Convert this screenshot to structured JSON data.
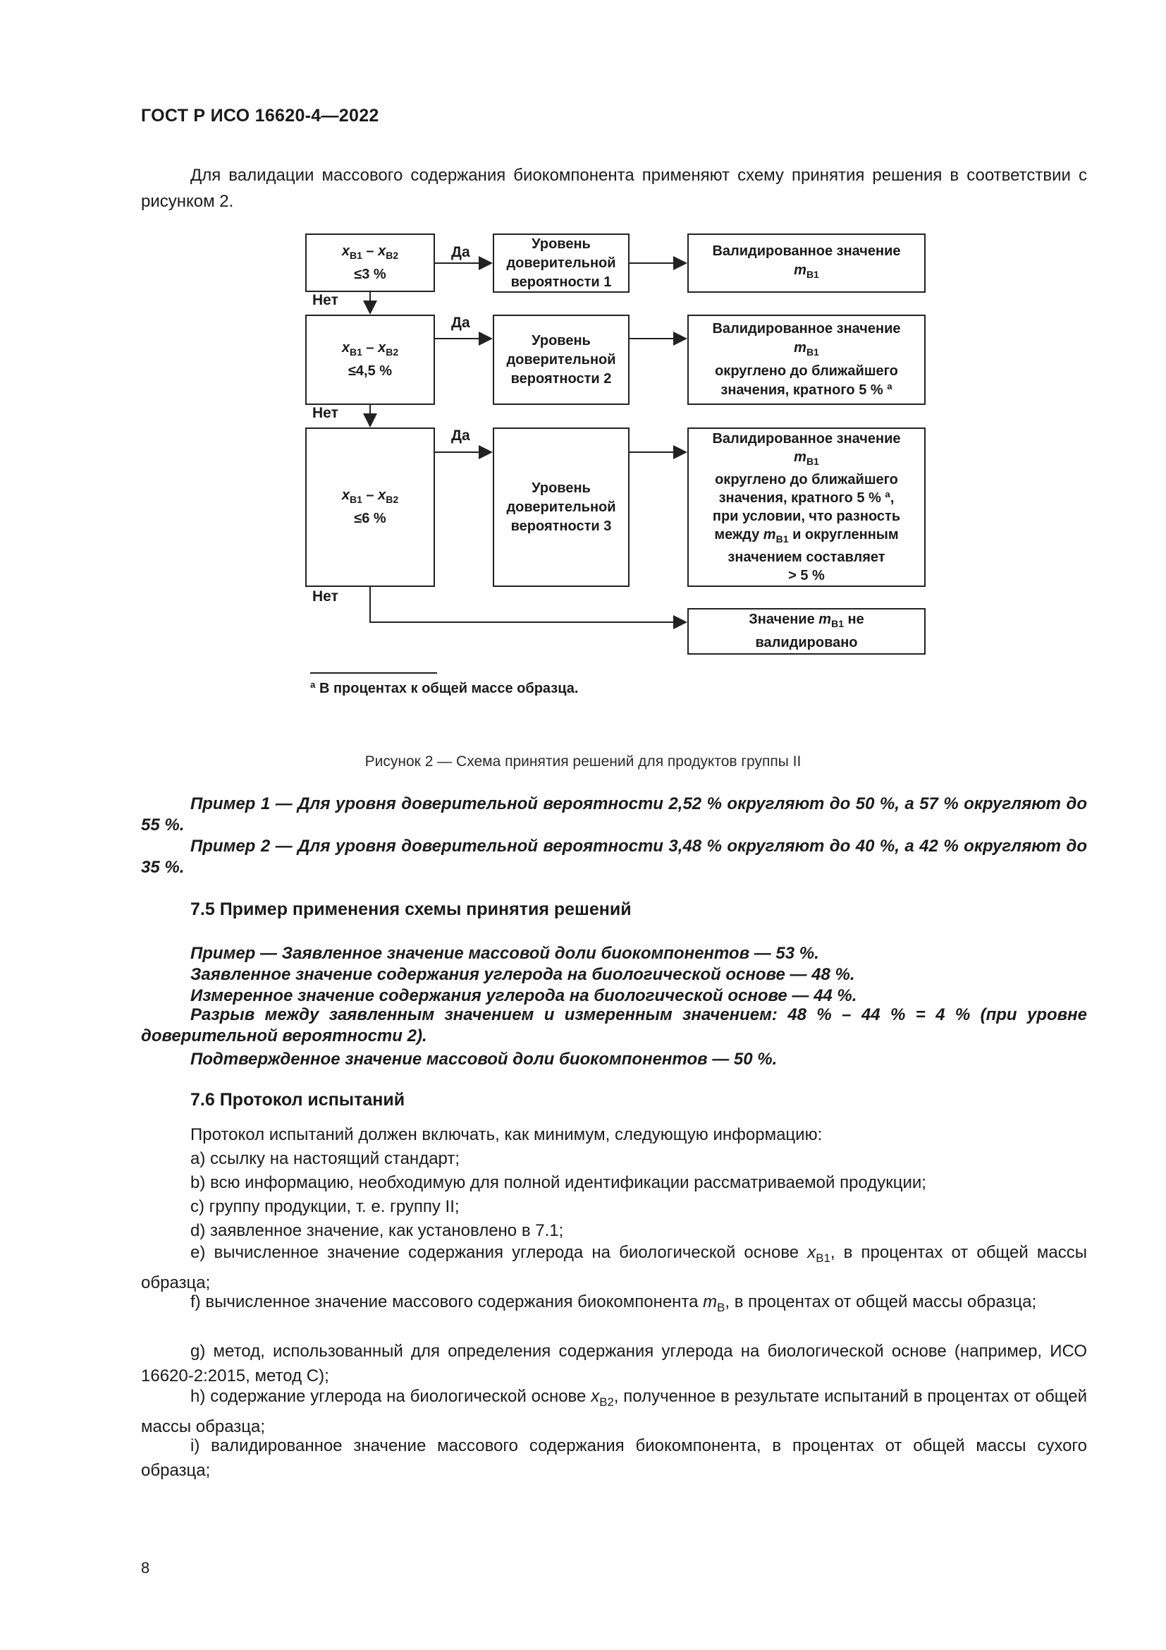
{
  "header": {
    "title": "ГОСТ Р ИСО 16620-4—2022"
  },
  "intro": {
    "text": "Для валидации массового содержания биокомпонента применяют схему принятия решения в соответствии с рисунком 2."
  },
  "diagram": {
    "yes_label": "Да",
    "no_label": "Нет",
    "cond1": {
      "expr": "x_B1 – x_B2",
      "rhs": "≤3 %"
    },
    "cond2": {
      "expr": "x_B1 – x_B2",
      "rhs": "≤4,5 %"
    },
    "cond3": {
      "expr": "x_B1 – x_B2",
      "rhs": "≤6 %"
    },
    "level1": [
      "Уровень",
      "доверительной",
      "вероятности 1"
    ],
    "level2": [
      "Уровень",
      "доверительной",
      "вероятности 2"
    ],
    "level3": [
      "Уровень",
      "доверительной",
      "вероятности 3"
    ],
    "result1": {
      "line1": "Валидированное значение",
      "var": "m_B1"
    },
    "result2": {
      "line1": "Валидированное значение",
      "var": "m_B1",
      "line3": "округлено до ближайшего",
      "line4": "значения, кратного 5 % ª"
    },
    "result3": {
      "line1": "Валидированное значение",
      "var": "m_B1",
      "line3": "округлено до ближайшего",
      "line4": "значения, кратного 5 % ª,",
      "line5": "при условии, что разность",
      "line6_a": "между",
      "line6_var": "m_B1",
      "line6_b": "и округленным",
      "line7": "значением составляет",
      "line8": "> 5 %"
    },
    "result4": {
      "line1_a": "Значение",
      "line1_var": "m_B1",
      "line1_b": "не",
      "line2": "валидировано"
    },
    "footnote": "ª В процентах к общей массе образца."
  },
  "caption": "Рисунок 2 — Схема принятия решений для продуктов группы II",
  "examples": {
    "ex1": "Пример 1 — Для уровня доверительной вероятности 2,52 % округляют до 50 %, а 57 % округляют до 55 %.",
    "ex2": "Пример 2 — Для уровня доверительной вероятности 3,48 % округляют до 40 %, а 42 % округляют до 35 %."
  },
  "section75": {
    "title": "7.5 Пример применения схемы принятия решений",
    "l1": "Пример — Заявленное значение массовой доли биокомпонентов — 53 %.",
    "l2": "Заявленное значение содержания углерода на биологической основе — 48 %.",
    "l3": "Измеренное значение содержания углерода на биологической основе — 44 %.",
    "l4": "Разрыв между заявленным значением и измеренным значением: 48 % – 44 % = 4 % (при уровне доверительной вероятности 2).",
    "l5": "Подтвержденное значение массовой доли биокомпонентов — 50 %."
  },
  "section76": {
    "title": "7.6 Протокол испытаний",
    "intro": "Протокол испытаний должен включать, как минимум, следующую информацию:",
    "a": "a) ссылку на настоящий стандарт;",
    "b": "b) всю информацию, необходимую для полной идентификации рассматриваемой продукции;",
    "c": "c) группу продукции, т. е. группу II;",
    "d": "d) заявленное значение, как установлено в 7.1;",
    "e_a": "e) вычисленное значение содержания углерода на биологической основе ",
    "e_var": "x_B1",
    "e_b": ", в процентах от общей массы образца;",
    "f_a": "f) вычисленное значение массового содержания биокомпонента ",
    "f_var": "m_B",
    "f_b": ", в процентах от общей массы образца;",
    "g": "g) метод, использованный для определения содержания углерода на биологической основе (например, ИСО 16620-2:2015, метод С);",
    "h_a": "h) содержание углерода на биологической основе ",
    "h_var": "x_B2",
    "h_b": ", полученное в результате испытаний в процентах от общей массы образца;",
    "i": "i) валидированное значение массового содержания биокомпонента, в процентах от общей массы сухого образца;"
  },
  "page_number": "8"
}
